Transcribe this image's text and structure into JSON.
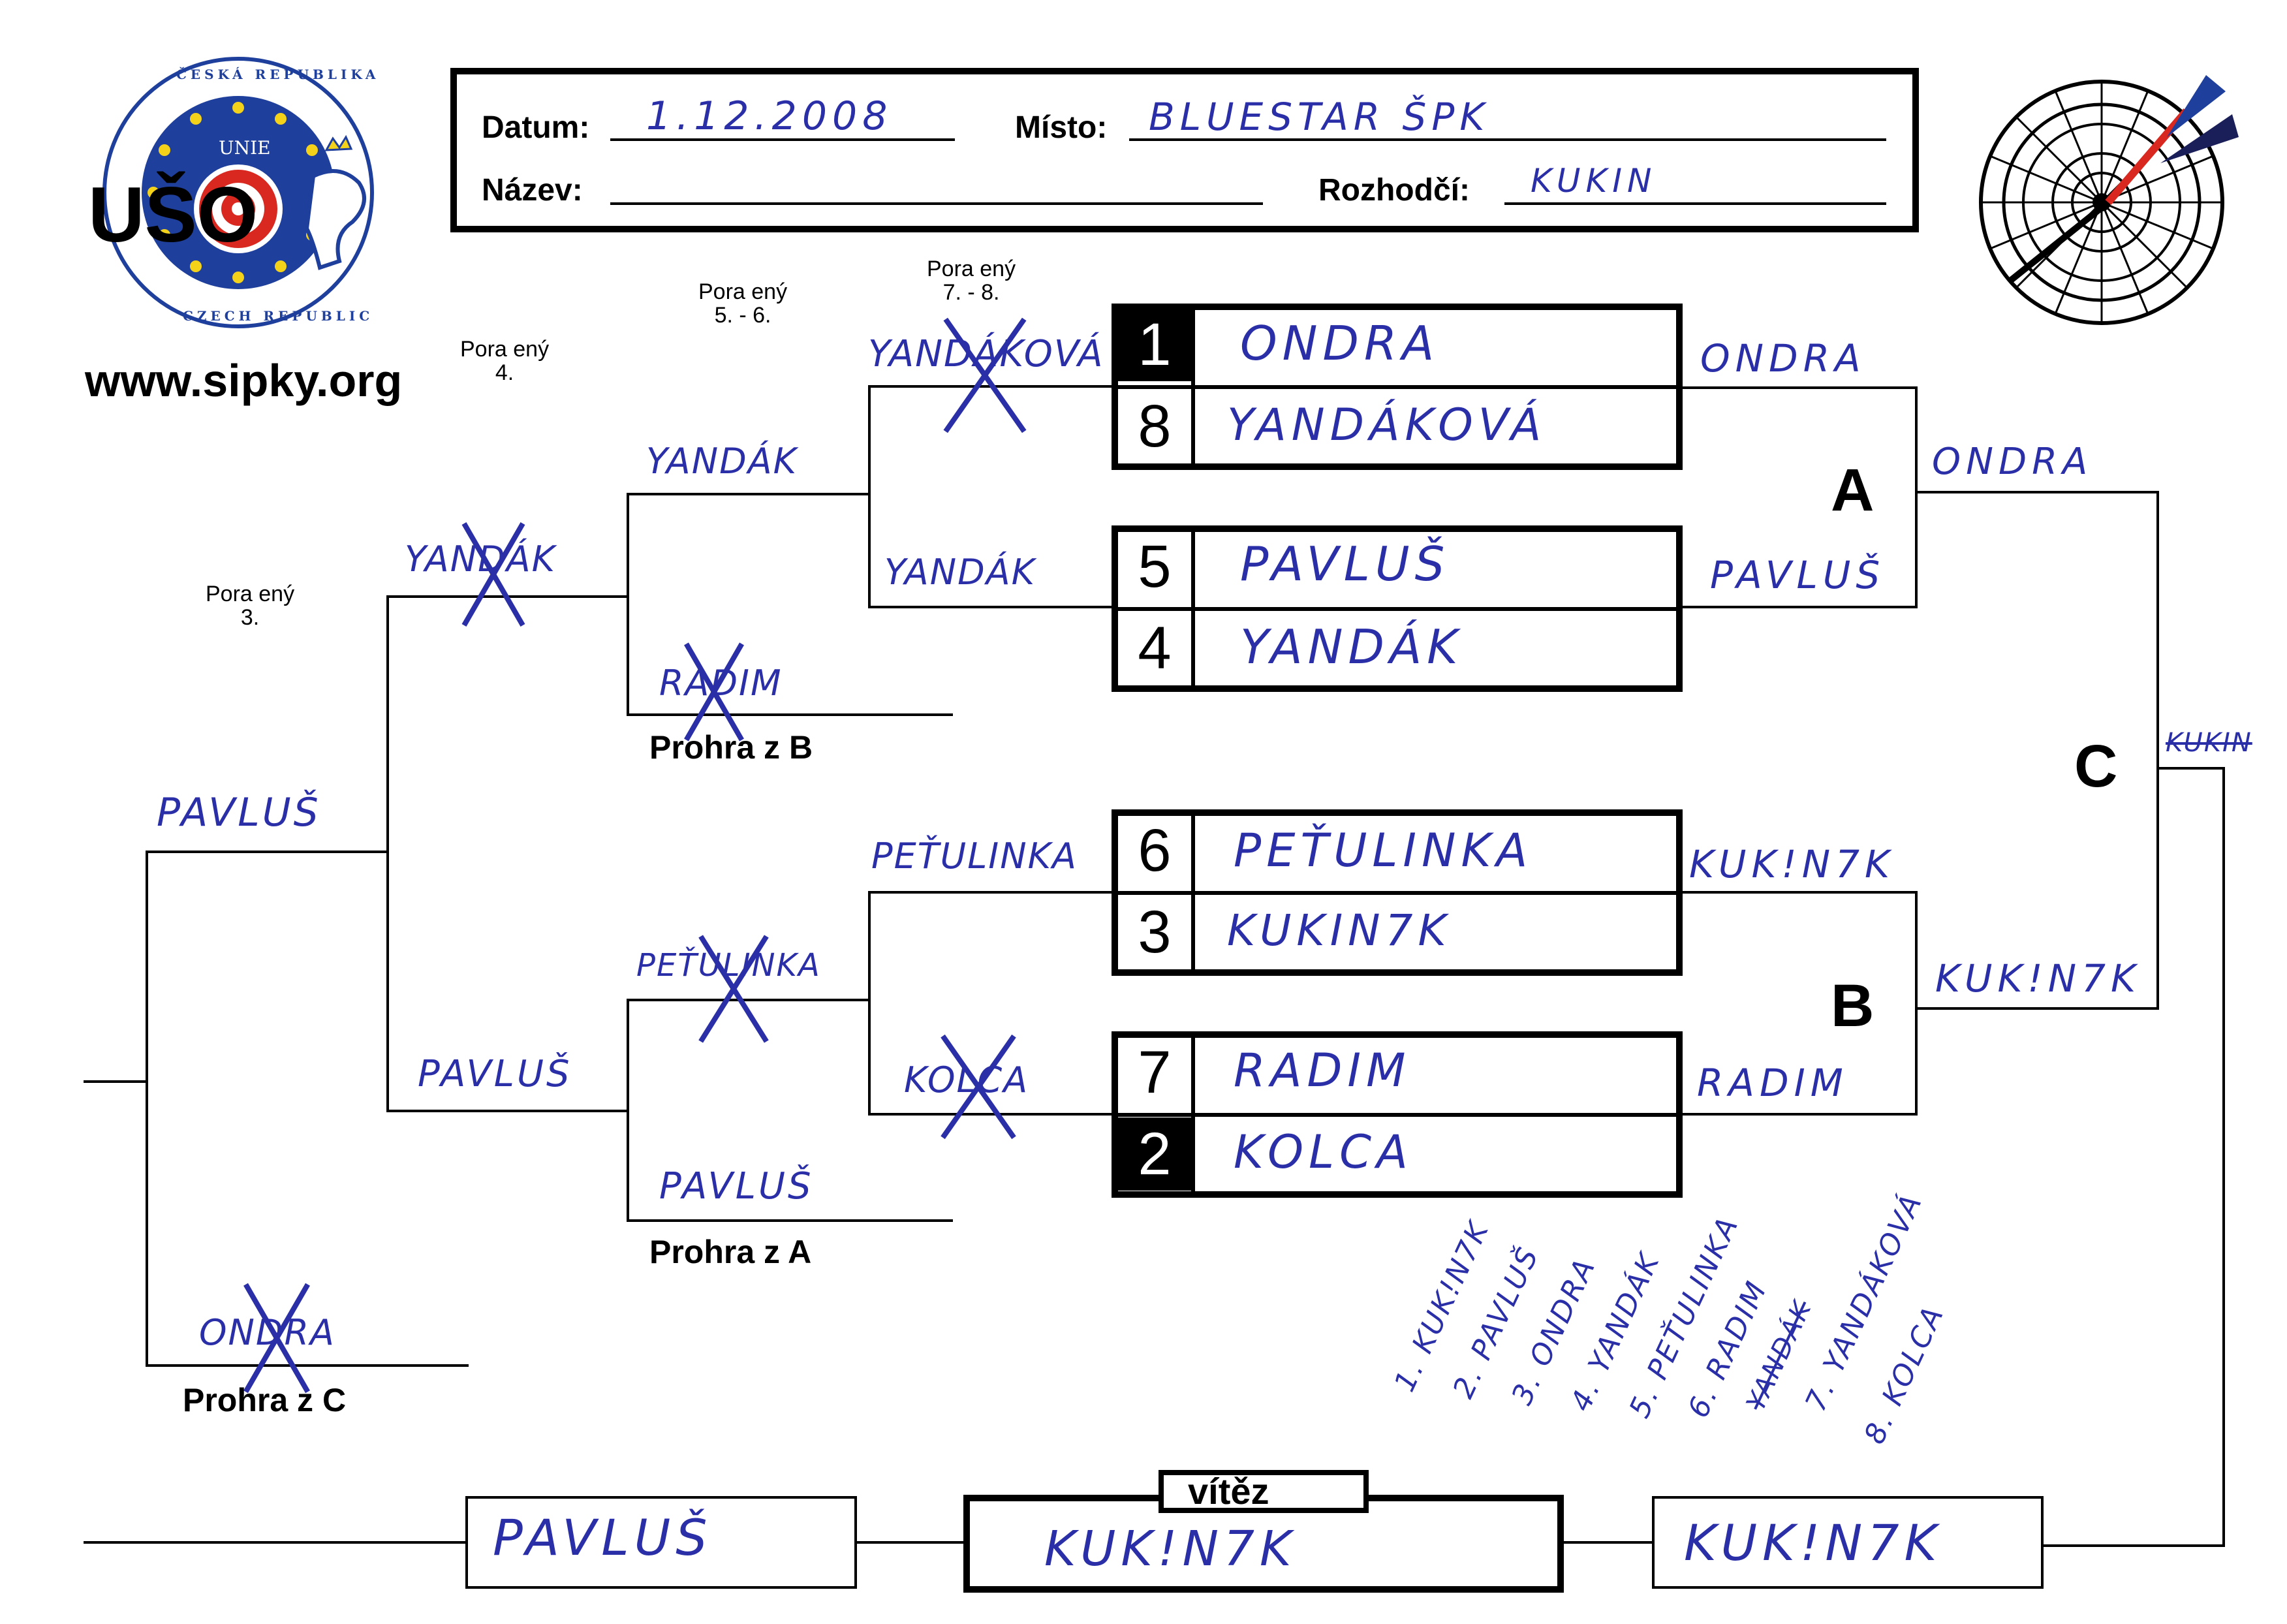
{
  "header": {
    "datum_label": "Datum:",
    "datum_value": "1.12.2008",
    "misto_label": "Místo:",
    "misto_value": "BLUESTAR ŠPK",
    "nazev_label": "Název:",
    "nazev_value": "",
    "rozhodci_label": "Rozhodčí:",
    "rozhodci_value": "KUKIN"
  },
  "logo": {
    "ring_top": "ČESKÁ REPUBLIKA",
    "ring_bottom": "CZECH REPUBLIC",
    "unie": "UNIE",
    "letters": "UŠO",
    "website": "www.sipky.org"
  },
  "placement_labels": {
    "p78": "Pora ený\n7. - 8.",
    "p56": "Pora ený\n5. - 6.",
    "p4": "Pora ený\n4.",
    "p3": "Pora ený\n3."
  },
  "seeds": [
    {
      "seed": "1",
      "name": "ONDRA",
      "dark": true
    },
    {
      "seed": "8",
      "name": "YANDÁKOVÁ",
      "dark": false
    },
    {
      "seed": "5",
      "name": "PAVLUŠ",
      "dark": false
    },
    {
      "seed": "4",
      "name": "YANDÁK",
      "dark": false
    },
    {
      "seed": "6",
      "name": "PEŤULINKA",
      "dark": false
    },
    {
      "seed": "3",
      "name": "KUKIN7K",
      "dark": false
    },
    {
      "seed": "7",
      "name": "RADIM",
      "dark": false
    },
    {
      "seed": "2",
      "name": "KOLCA",
      "dark": true
    }
  ],
  "winners_bracket": {
    "w_1_8": "ONDRA",
    "w_5_4": "PAVLUŠ",
    "w_6_3": "KUK!N7K",
    "w_7_2": "RADIM",
    "final_A": "ONDRA",
    "final_B": "KUK!N7K",
    "final_C": "KUKIN",
    "label_A": "A",
    "label_B": "B",
    "label_C": "C"
  },
  "losers_bracket": {
    "l1_top": "YANDÁKOVÁ",
    "l1_bottom": "YANDÁK",
    "l2_top": "PEŤULINKA",
    "l2_bottom": "KOLCA",
    "l3_top": "YANDÁK",
    "l3_bottom_prohra_b": "RADIM",
    "l4_top": "PEŤULINKA",
    "l4_bottom_prohra_a": "PAVLUŠ",
    "l5_top": "YANDÁK",
    "l5_bottom": "PAVLUŠ",
    "l6": "PAVLUŠ",
    "l6_bottom_prohra_c": "ONDRA",
    "prohra_z_b": "Prohra z B",
    "prohra_z_a": "Prohra z A",
    "prohra_z_c": "Prohra z C"
  },
  "final": {
    "left": "PAVLUŠ",
    "winner_label": "vítěz",
    "winner": "KUK!N7K",
    "right": "KUK!N7K"
  },
  "ranking": [
    "1. KUK!N7K",
    "2. PAVLUŠ",
    "3. ONDRA",
    "4. YANDÁK",
    "5. PEŤULINKA",
    "6. RADIM",
    "YANDÁK",
    "7. YANDÁKOVÁ",
    "8. KOLCA"
  ],
  "colors": {
    "ink": "#2a2fa8",
    "print": "#000000",
    "logo_blue": "#1f3f9c",
    "dart_red": "#d8281f"
  }
}
